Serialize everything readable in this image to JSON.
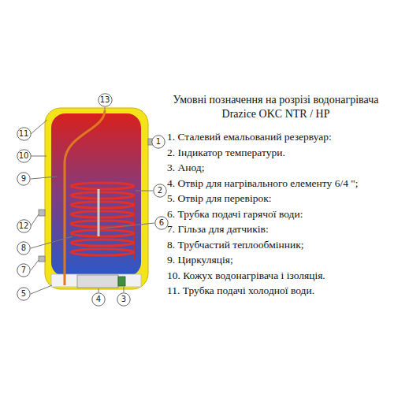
{
  "diagram": {
    "title": "Умовні позначення на розрізі водонагрівача Drazice OKC NTR / HP",
    "nodes": [
      {
        "text": [
          "13"
        ]
      },
      {
        "text": [
          "1"
        ]
      },
      {
        "text": [
          "11"
        ]
      },
      {
        "text": [
          "10"
        ]
      },
      {
        "text": [
          "9"
        ]
      },
      {
        "text": [
          "2"
        ]
      },
      {
        "text": [
          "12"
        ]
      },
      {
        "text": [
          "6"
        ]
      },
      {
        "text": [
          "8"
        ]
      },
      {
        "text": [
          "7"
        ]
      },
      {
        "text": [
          "5"
        ]
      },
      {
        "text": [
          "4"
        ]
      },
      {
        "text": [
          "3"
        ]
      }
    ],
    "labels": [
      "1. Сталевий емальований резервуар:",
      "2. Індикатор температури.",
      "3. Анод;",
      "4. Отвір для нагрівального елементу 6/4 \";",
      "5. Отвір для перевірок:",
      "6. Трубка подачі гарячої води:",
      "7. Гільза для датчиків:",
      "8. Трубчастий теплообмінник;",
      "9. Циркуляція;",
      "10. Кожух водонагрівача і ізоляція.",
      "11. Трубка подачі холодної води."
    ]
  }
}
